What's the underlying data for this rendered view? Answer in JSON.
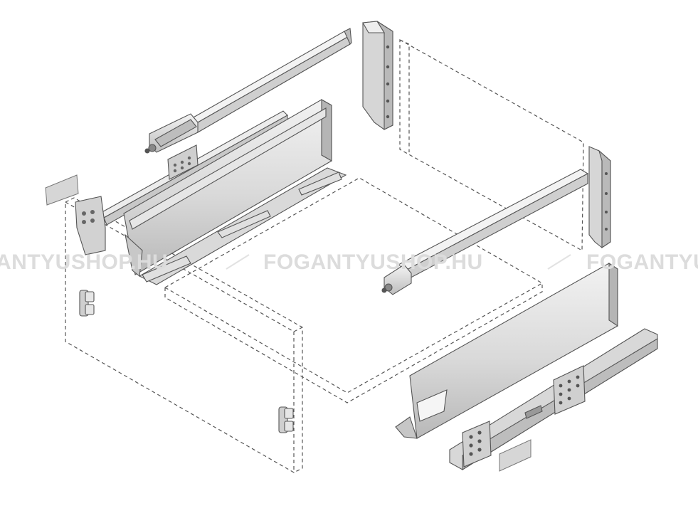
{
  "watermark": {
    "left": "ANTYUSHOP.HU",
    "center": "FOGANTYUSHOP.HU",
    "right": "FOGANTYU"
  },
  "colors": {
    "metal_light": "#eeeeee",
    "metal_mid": "#d4d4d4",
    "metal_dark": "#a9a9a9",
    "outline": "#555555",
    "dashed": "#555555",
    "watermark": "#dcdcdc"
  },
  "parts": [
    "upper-gallery-rail",
    "rear-bracket-left",
    "rear-bracket-right",
    "left-drawer-side",
    "right-drawer-side",
    "left-runner",
    "right-runner",
    "lower-gallery-rail",
    "front-panel-outline",
    "bottom-panel-outline",
    "back-panel-outline",
    "front-fixing-clip-top",
    "front-fixing-clip-bottom",
    "left-cover-cap",
    "right-cover-cap"
  ]
}
